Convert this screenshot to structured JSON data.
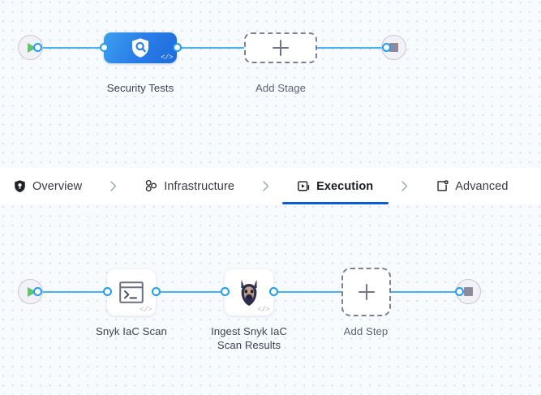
{
  "tabs": {
    "items": [
      {
        "id": "overview",
        "label": "Overview",
        "icon": "shield-icon",
        "active": false
      },
      {
        "id": "infrastructure",
        "label": "Infrastructure",
        "icon": "infrastructure-nodes-icon",
        "active": false
      },
      {
        "id": "execution",
        "label": "Execution",
        "icon": "execution-play-box-icon",
        "active": true
      },
      {
        "id": "advanced",
        "label": "Advanced",
        "icon": "advanced-gear-icon",
        "active": false
      }
    ],
    "separator_icon": "chevron-right-icon",
    "active_underline_color": "#0b5cd8"
  },
  "stage_canvas": {
    "start_node": {
      "icon": "play-icon",
      "color": "#64c36d"
    },
    "end_node": {
      "icon": "stop-icon",
      "color": "#8b8b9c"
    },
    "nodes": [
      {
        "id": "security-tests",
        "label": "Security Tests",
        "icon": "shield-magnifier-icon",
        "badge": "</>",
        "type": "stage",
        "gradient_from": "#3ba0ee",
        "gradient_to": "#1f6bdd"
      },
      {
        "id": "add-stage",
        "label": "Add Stage",
        "icon": "plus-icon",
        "type": "add"
      }
    ]
  },
  "step_canvas": {
    "start_node": {
      "icon": "play-icon",
      "color": "#64c36d"
    },
    "end_node": {
      "icon": "stop-icon",
      "color": "#8b8b9c"
    },
    "nodes": [
      {
        "id": "snyk-iac-scan",
        "label": "Snyk IaC Scan",
        "icon": "terminal-icon",
        "badge": "</>",
        "type": "step"
      },
      {
        "id": "ingest-snyk-iac-scan-results",
        "label": "Ingest Snyk IaC\nScan Results",
        "icon": "snyk-dog-icon",
        "badge": "</>",
        "type": "step"
      },
      {
        "id": "add-step",
        "label": "Add Step",
        "icon": "plus-icon",
        "type": "add"
      }
    ]
  },
  "theme": {
    "canvas_bg": "#f8fbfe",
    "dot_color": "#d5dfe9",
    "edge_color": "#49b0f7",
    "port_border": "#1e9cf3",
    "dashed_border": "#7b7f94",
    "label_color": "#3d4256"
  }
}
